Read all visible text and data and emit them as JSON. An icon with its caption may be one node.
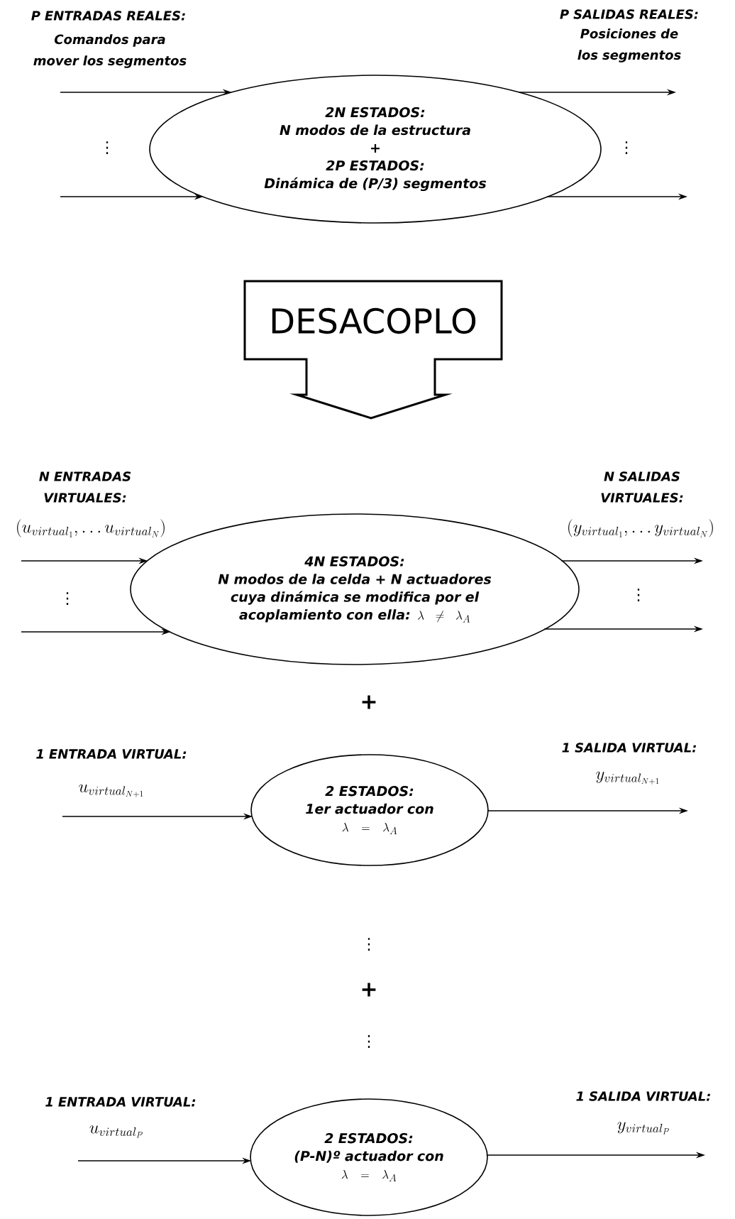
{
  "diagram": {
    "nodes": [
      {
        "text": [
          "2N ESTADOS:",
          "N modos de la estructura",
          "+",
          "2P ESTADOS:",
          "Dinámica de (P/3) segmentos"
        ]
      },
      {
        "text": [
          "DESACOPLO"
        ]
      },
      {
        "text": [
          "4N ESTADOS:",
          "N modos de la celda + N actuadores cuya dinámica se modifica por el acoplamiento con ella:",
          "\\lambda \\neq \\lambda_A"
        ]
      },
      {
        "text": [
          "2 ESTADOS:",
          "1er actuador con",
          "\\lambda = \\lambda_A"
        ]
      },
      {
        "text": [
          "2 ESTADOS:",
          "(P-N)º actuador con",
          "\\lambda = \\lambda_A"
        ]
      }
    ],
    "edges": [
      {
        "from": null,
        "to": 0,
        "arrow": "to"
      },
      {
        "from": null,
        "to": 0,
        "arrow": "to"
      },
      {
        "from": 0,
        "to": null,
        "arrow": "to"
      },
      {
        "from": 0,
        "to": null,
        "arrow": "to"
      },
      {
        "from": null,
        "to": 2,
        "arrow": "to"
      },
      {
        "from": null,
        "to": 2,
        "arrow": "to"
      },
      {
        "from": 2,
        "to": null,
        "arrow": "to"
      },
      {
        "from": 2,
        "to": null,
        "arrow": "to"
      },
      {
        "from": null,
        "to": 3,
        "arrow": "to"
      },
      {
        "from": 3,
        "to": null,
        "arrow": "to"
      },
      {
        "from": null,
        "to": 4,
        "arrow": "to"
      },
      {
        "from": 4,
        "to": null,
        "arrow": "to"
      }
    ],
    "labels": [
      "P ENTRADAS REALES:",
      "Comandos para mover los segmentos",
      "⋮",
      "P SALIDAS REALES:",
      "Posiciones de los segmentos",
      "⋮",
      "N ENTRADAS VIRTUALES:",
      "(u_{virtual_1},\\ldots u_{virtual_N})",
      "⋮",
      "N SALIDAS VIRTUALES:",
      "(y_{virtual_1},\\ldots y_{virtual_N})",
      "⋮",
      "+",
      "1 ENTRADA VIRTUAL:",
      "u_{virtual_{N+1}}",
      "1 SALIDA VIRTUAL:",
      "y_{virtual_{N+1}}",
      "⋮",
      "+",
      "⋮",
      "1 ENTRADA VIRTUAL:",
      "u_{virtual_P}",
      "1 SALIDA VIRTUAL:",
      "y_{virtual_P}"
    ]
  }
}
